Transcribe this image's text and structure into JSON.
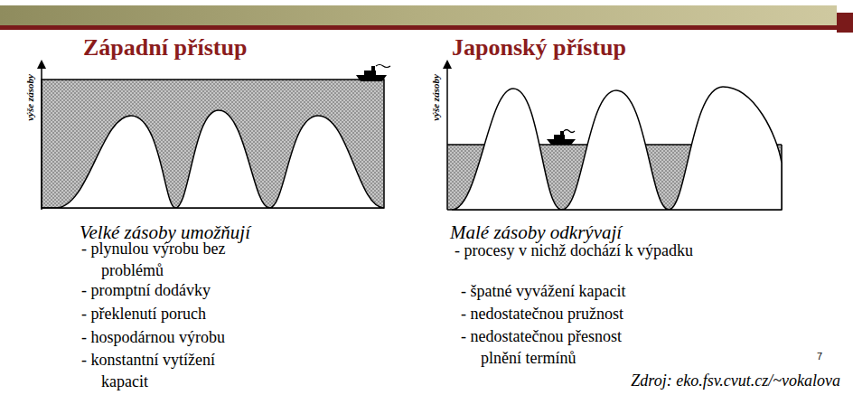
{
  "diagram": {
    "labels": [
      "Západní přístup",
      "Japonský přístup",
      "výše zásoby",
      "výše zásoby",
      "Velké zásoby umožňují",
      "- plynulou výrobu bez problémů",
      "- promptní dodávky",
      "- překlenutí poruch",
      "- hospodárnou výrobu",
      "- konstantní vytížení kapacit",
      "Malé zásoby odkrývají",
      "- procesy v nichž dochází k výpadku",
      "- špatné vyvážení kapacit",
      "- nedostatečnou pružnost",
      "- nedostatečnou přesnost plnění termínů",
      "7",
      "Zdroj: eko.fsv.cvut.cz/~vokalova"
    ]
  }
}
